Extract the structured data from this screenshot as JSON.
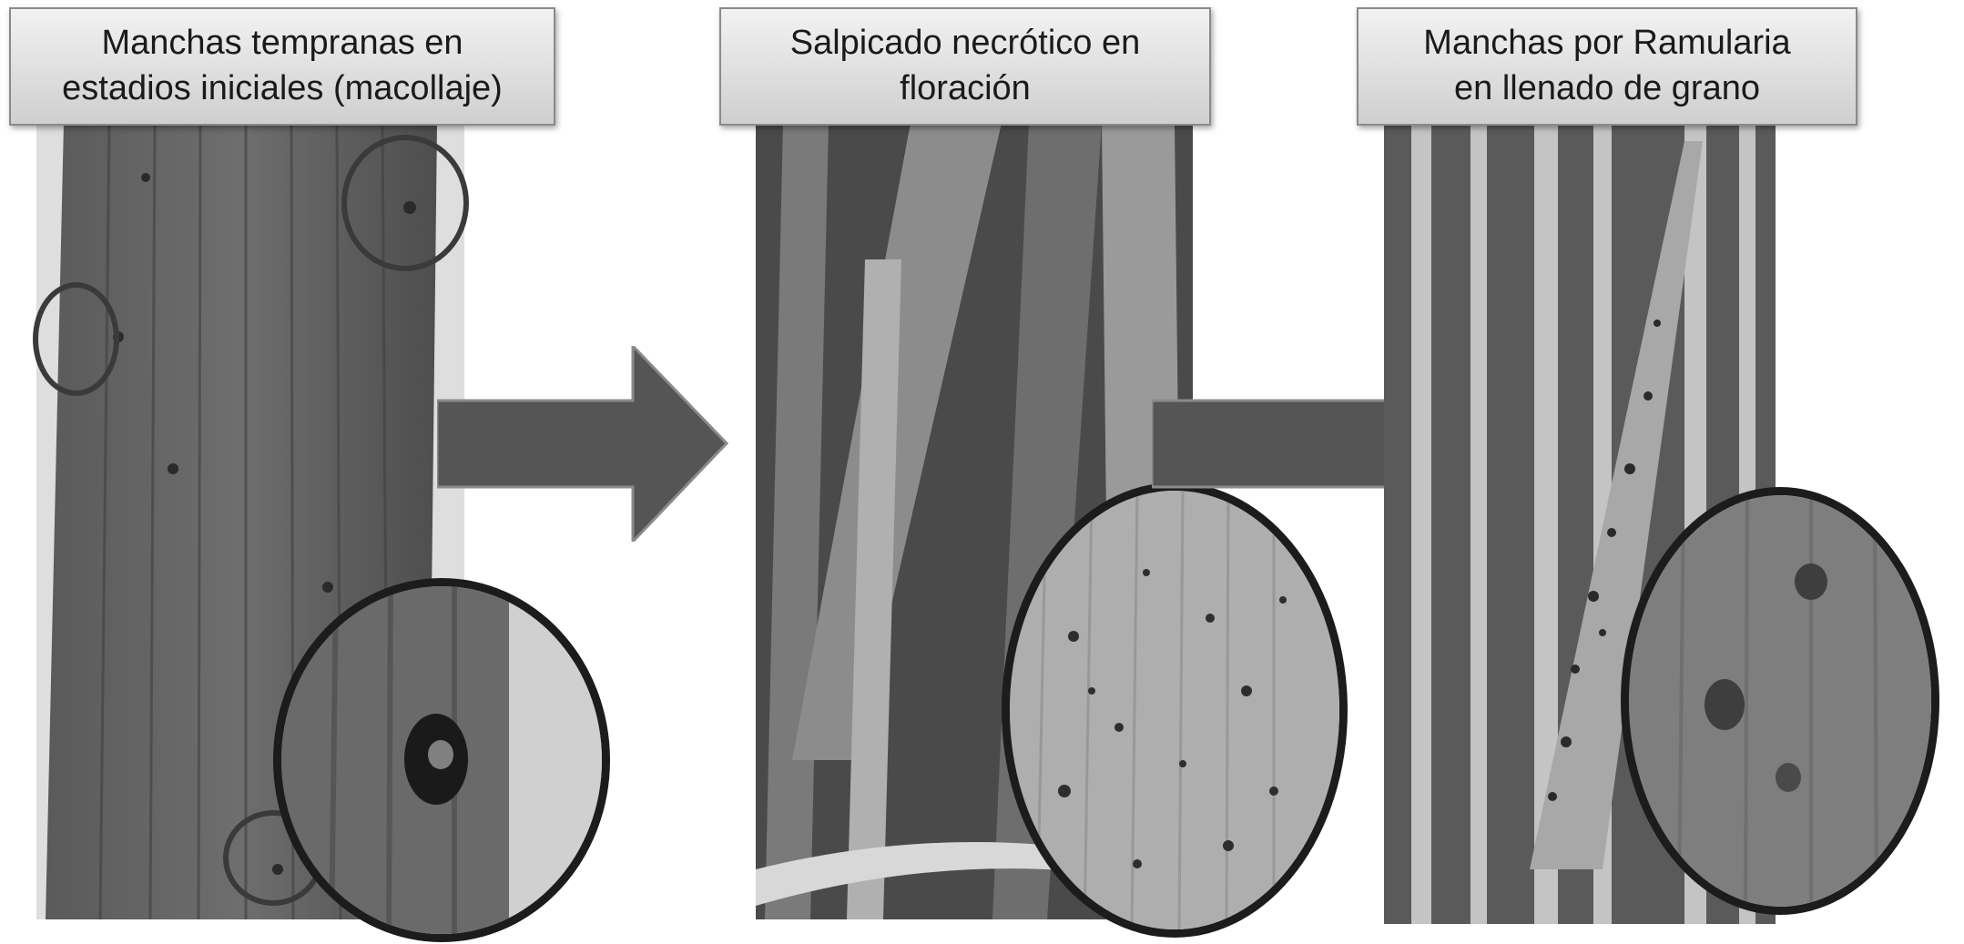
{
  "stages": [
    {
      "label_line1": "Manchas tempranas en",
      "label_line2": "estadios iniciales (macollaje)"
    },
    {
      "label_line1": "Salpicado necrótico en",
      "label_line2": "floración"
    },
    {
      "label_line1": "Manchas por Ramularia",
      "label_line2": "en llenado de grano"
    }
  ],
  "colors": {
    "label_bg": "#dcdcdc",
    "arrow": "#555555",
    "zoom_border": "#1c1c1c"
  }
}
